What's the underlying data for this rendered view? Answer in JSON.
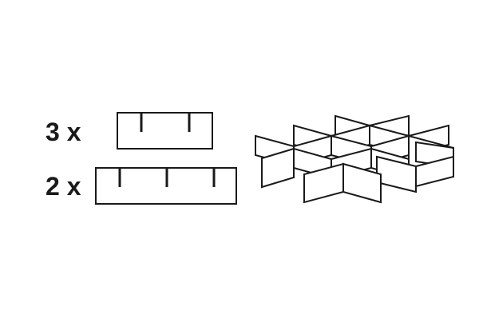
{
  "parts": [
    {
      "quantity_label": "3 x",
      "slots": 2
    },
    {
      "quantity_label": "2 x",
      "slots": 3
    }
  ],
  "colors": {
    "line": "#1a1a1a",
    "background": "#ffffff"
  }
}
